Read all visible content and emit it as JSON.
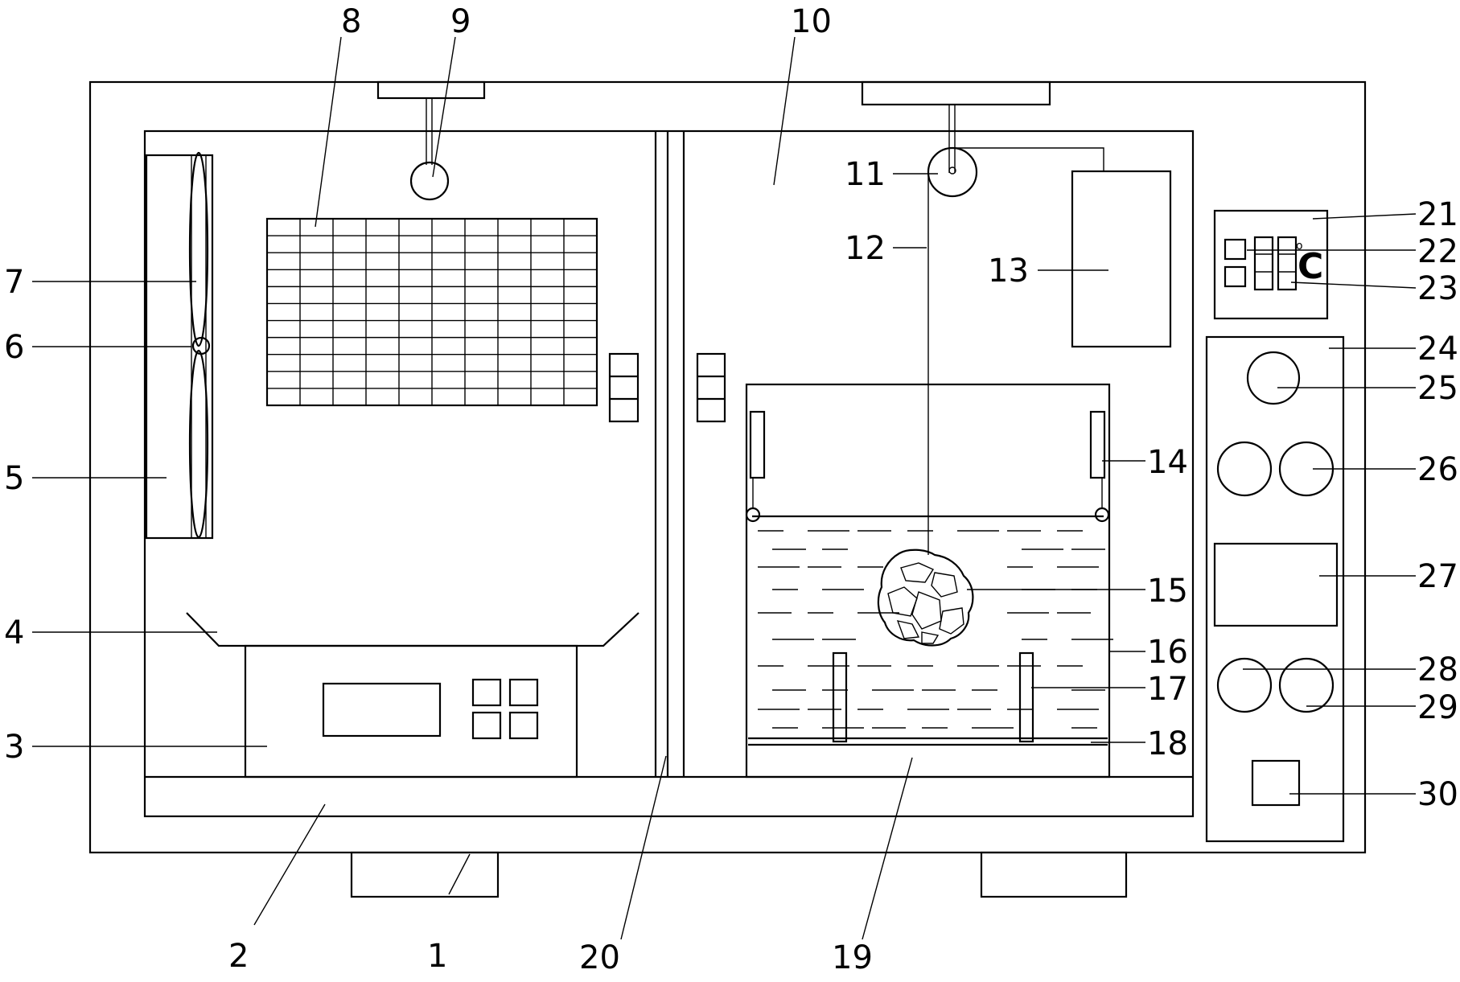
{
  "labels": {
    "l1": "1",
    "l2": "2",
    "l3": "3",
    "l4": "4",
    "l5": "5",
    "l6": "6",
    "l7": "7",
    "l8": "8",
    "l9": "9",
    "l10": "10",
    "l11": "11",
    "l12": "12",
    "l13": "13",
    "l14": "14",
    "l15": "15",
    "l16": "16",
    "l17": "17",
    "l18": "18",
    "l19": "19",
    "l20": "20",
    "l21": "21",
    "l22": "22",
    "l23": "23",
    "l24": "24",
    "l25": "25",
    "l26": "26",
    "l27": "27",
    "l28": "28",
    "l29": "29",
    "l30": "30"
  },
  "display": {
    "unit_symbol": "C",
    "degree_symbol": "o"
  }
}
